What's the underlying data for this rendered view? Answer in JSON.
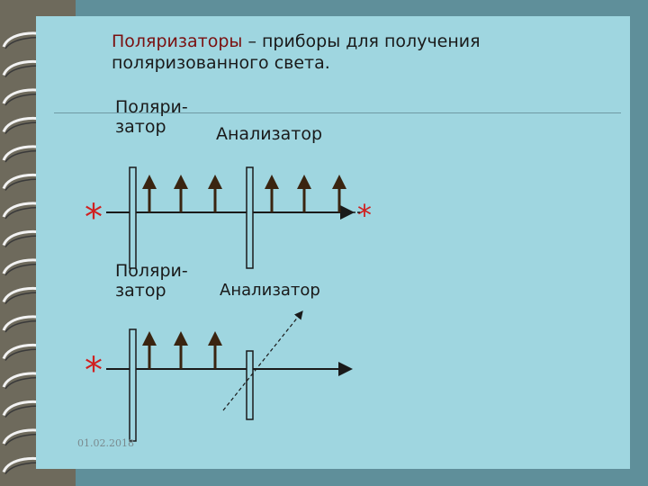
{
  "title": {
    "term": "Поляризаторы",
    "rest_line1": " – приборы для получения",
    "line2": "поляризованного света."
  },
  "top_diagram": {
    "polarizer_label_line1": "Поляри-",
    "polarizer_label_line2": "затор",
    "analyzer_label": "Анализатор",
    "source_symbol": "*",
    "output_symbol": "*"
  },
  "bottom_diagram": {
    "polarizer_label_line1": "Поляри-",
    "polarizer_label_line2": "затор",
    "analyzer_label": "Анализатор",
    "source_symbol": "*"
  },
  "footer": {
    "date": "01.02.2018"
  },
  "colors": {
    "background": "#9fd6e0",
    "star": "#d02020",
    "arrow": "#3a2410",
    "title_accent": "#7a1010"
  },
  "icons": {
    "binding": "spiral-binding-ring-icon"
  }
}
